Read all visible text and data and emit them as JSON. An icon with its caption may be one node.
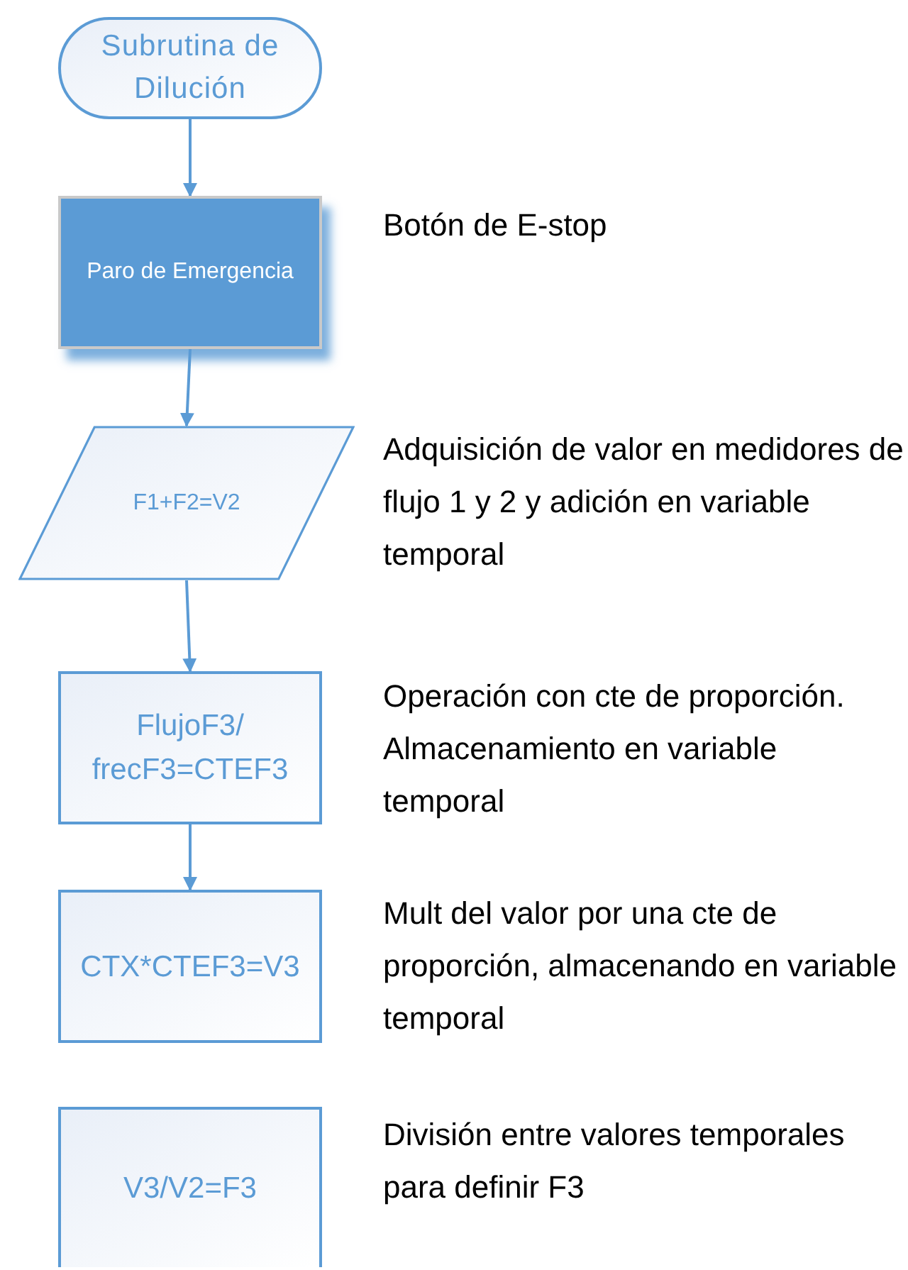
{
  "diagram": {
    "nodes": [
      {
        "text": [
          "Subrutina de Dilución"
        ]
      },
      {
        "text": [
          "Paro de Emergencia"
        ],
        "beside": [
          "Botón de E-stop"
        ]
      },
      {
        "text": [
          "F1+F2=V2"
        ],
        "beside": [
          "Adquisición de valor en medidores de flujo 1 y 2 y adición en variable temporal"
        ]
      },
      {
        "text": [
          "FlujoF3/ frecF3=CTEF3"
        ],
        "beside": [
          "Operación con cte de proporción. Almacenamiento en variable temporal"
        ]
      },
      {
        "text": [
          "CTX*CTEF3=V3"
        ],
        "beside": [
          "Mult del valor por una cte de proporción, almacenando en variable temporal"
        ]
      },
      {
        "text": [
          "V3/V2=F3"
        ],
        "beside": [
          "División entre valores temporales para definir F3"
        ]
      }
    ],
    "edges": [
      {
        "from": 0,
        "to": 1,
        "arrow": "to"
      },
      {
        "from": 1,
        "to": 2,
        "arrow": "to"
      },
      {
        "from": 2,
        "to": 3,
        "arrow": "to"
      },
      {
        "from": 3,
        "to": 4,
        "arrow": "to"
      }
    ]
  }
}
